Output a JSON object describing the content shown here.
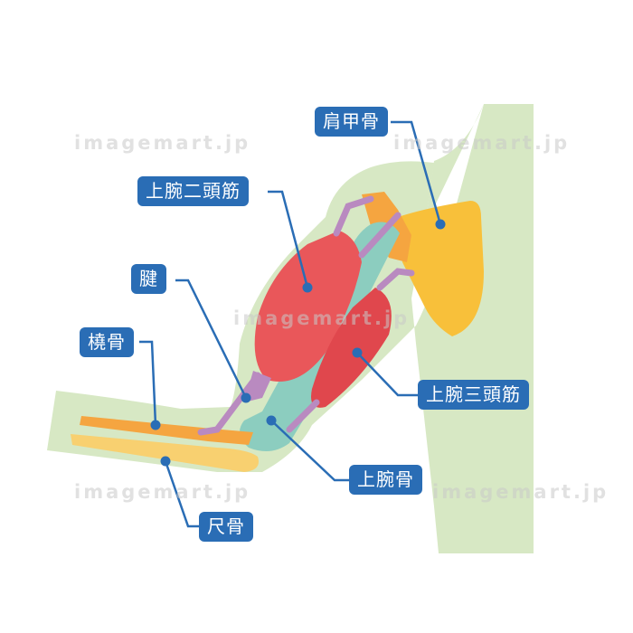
{
  "labels": {
    "scapula": "肩甲骨",
    "biceps": "上腕二頭筋",
    "tendon": "腱",
    "radius": "橈骨",
    "triceps": "上腕三頭筋",
    "humerus": "上腕骨",
    "ulna": "尺骨"
  },
  "watermark": "imagemart.jp",
  "colors": {
    "label_bg": "#2a6db5",
    "skin": "#d7e8c4",
    "bone_yellow": "#f8c03a",
    "bone_orange": "#f5a540",
    "humerus": "#8ccdbf",
    "muscle": "#e9575a",
    "tendon": "#b98ac0"
  }
}
